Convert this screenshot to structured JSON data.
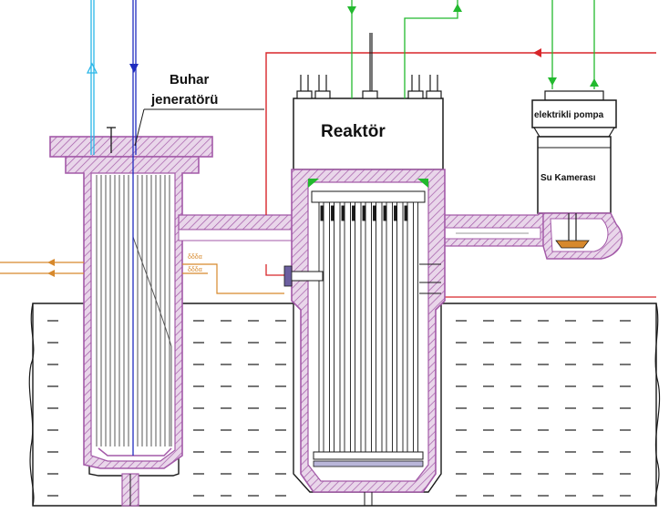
{
  "labels": {
    "steam_generator_line1": "Buhar",
    "steam_generator_line2": "jeneratörü",
    "reactor": "Reaktör",
    "pump": "elektrikli pompa",
    "water_chamber": "Su Kamerası",
    "small_tag_1": "δδδα",
    "small_tag_2": "δδδα"
  },
  "colors": {
    "vessel_wall": "#a35aa8",
    "hatch": "#c89ac8",
    "line": "#1a1a1a",
    "steam_light_blue": "#29b6e8",
    "feedwater_blue": "#1f2bbf",
    "primary_red": "#d8262a",
    "cooling_green": "#22b92e",
    "secondary_orange": "#d7892c"
  },
  "icons": [
    "arrow-up-icon",
    "arrow-down-icon",
    "arrow-left-icon"
  ]
}
